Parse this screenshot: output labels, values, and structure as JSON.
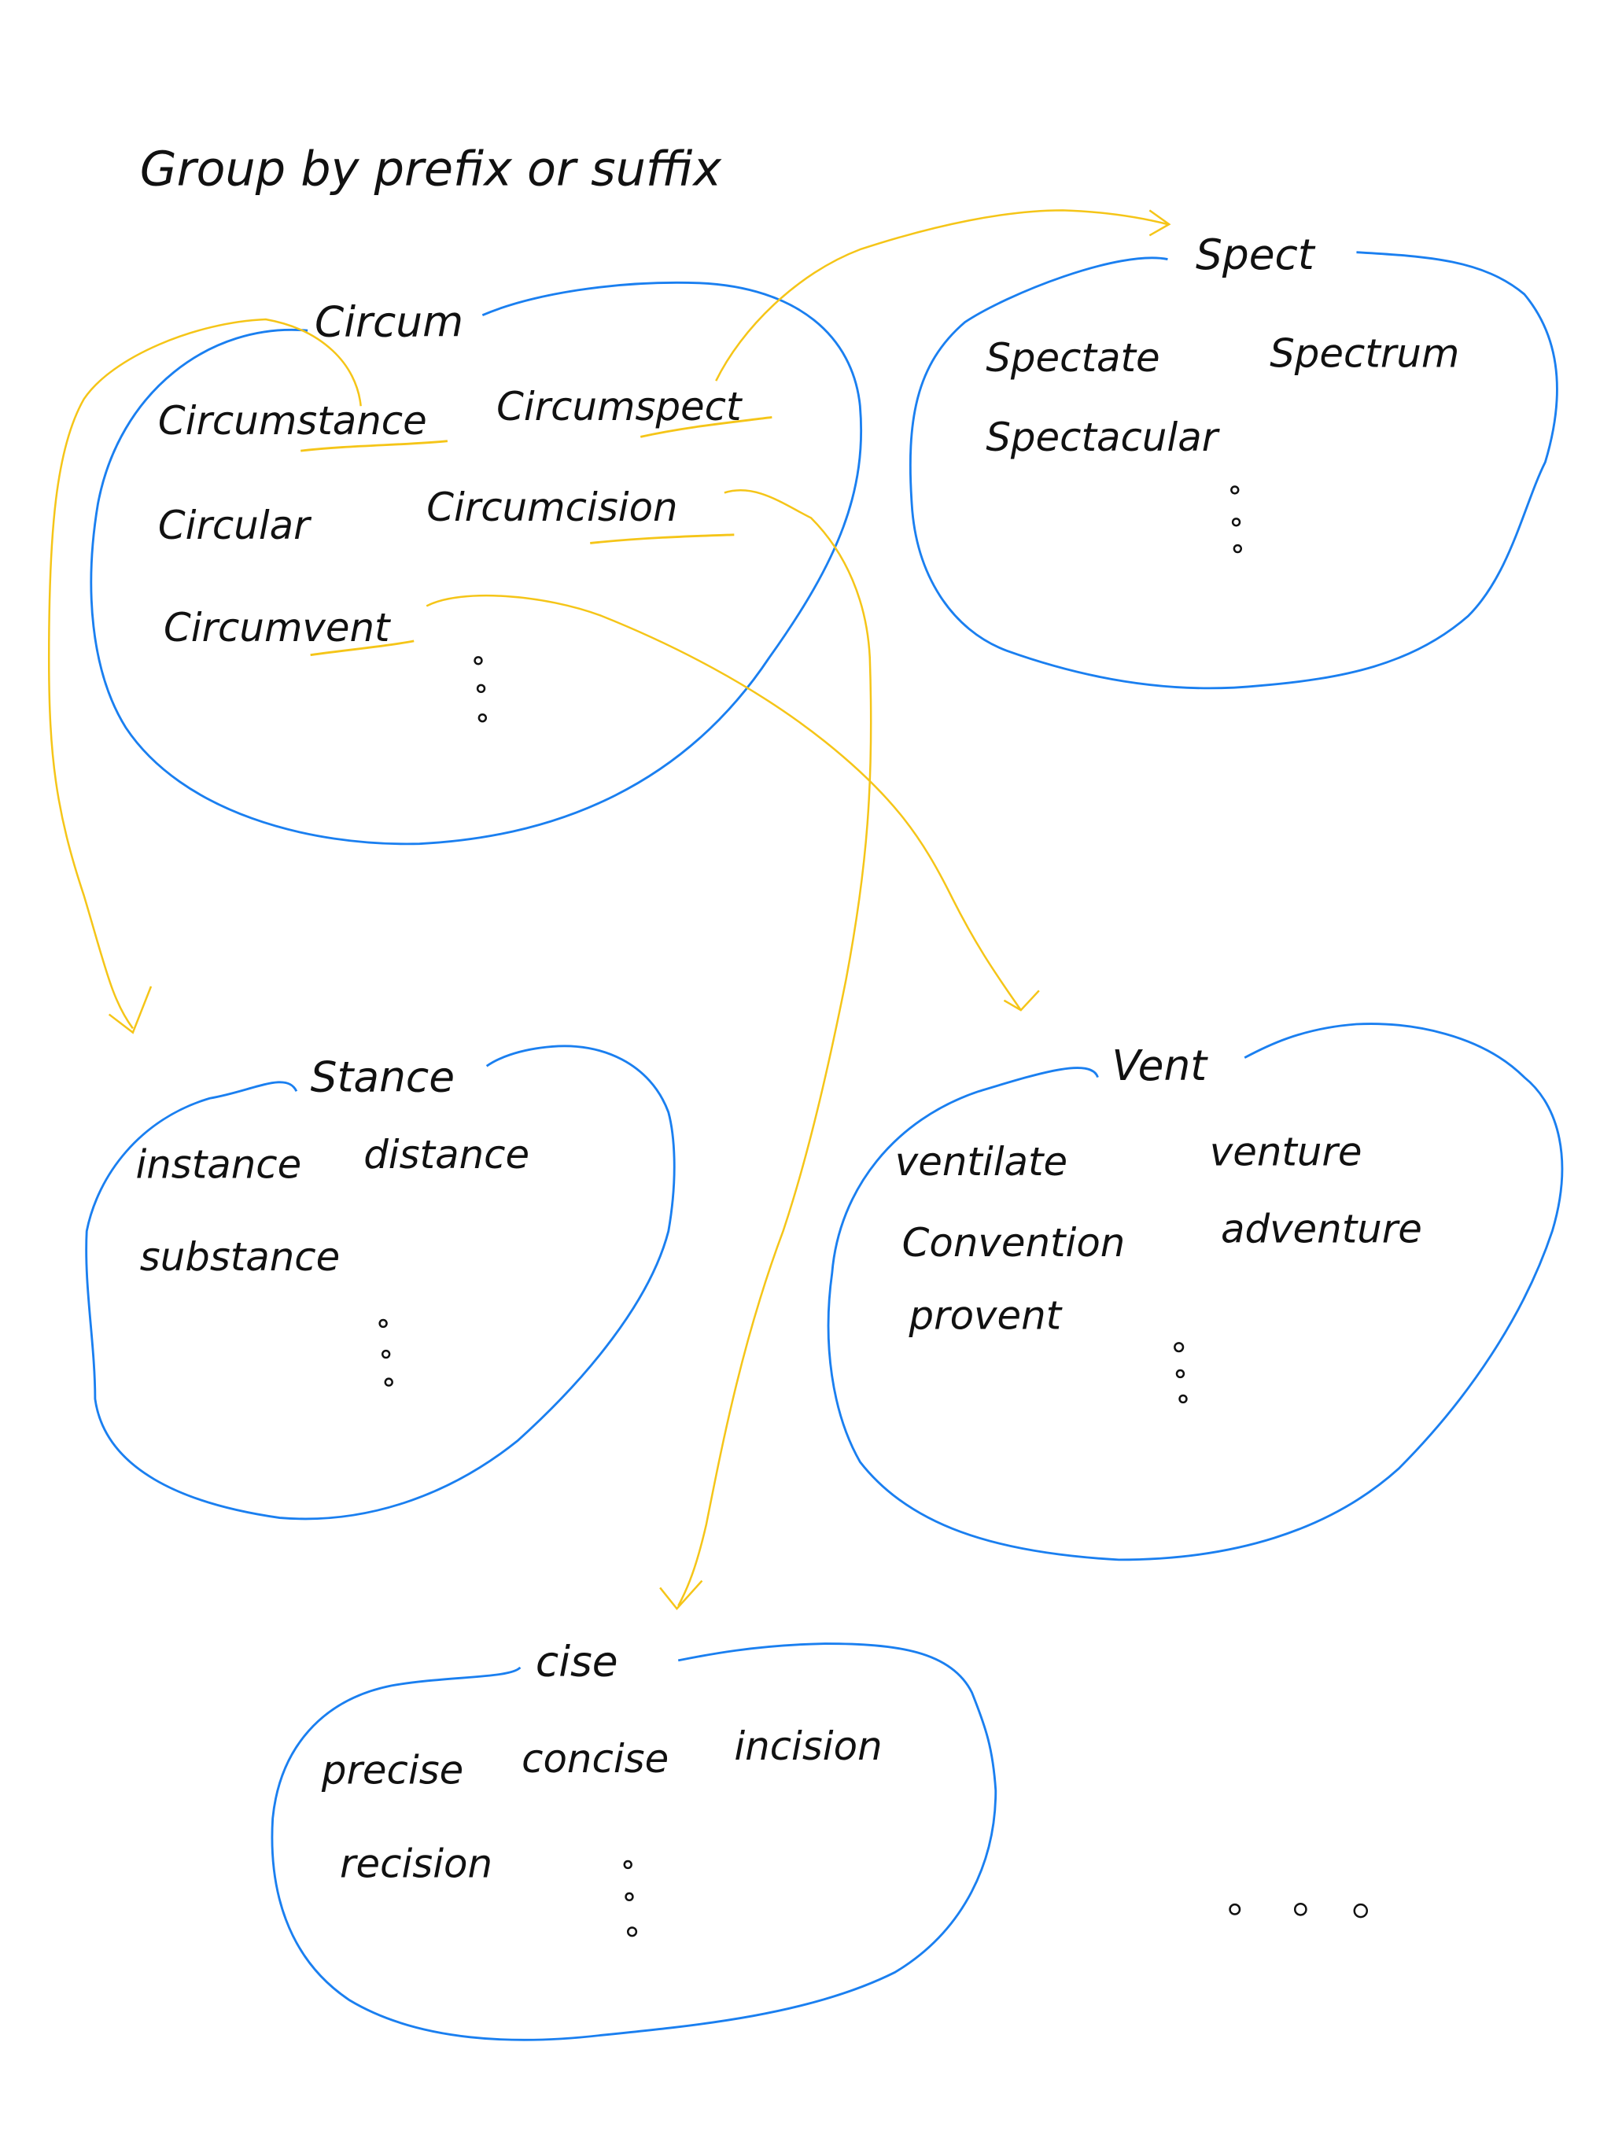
{
  "title": "Group by prefix or suffix",
  "colors": {
    "group_outline": "#1a7ff0",
    "arrow": "#f5c518",
    "ink": "#111111"
  },
  "groups": {
    "circum": {
      "label": "Circum",
      "words": [
        "Circumstance",
        "Circumspect",
        "Circular",
        "Circumcision",
        "Circumvent"
      ]
    },
    "spect": {
      "label": "Spect",
      "words": [
        "Spectate",
        "Spectrum",
        "Spectacular"
      ]
    },
    "stance": {
      "label": "Stance",
      "words": [
        "instance",
        "distance",
        "substance"
      ]
    },
    "vent": {
      "label": "Vent",
      "words": [
        "ventilate",
        "venture",
        "Convention",
        "adventure",
        "provent"
      ]
    },
    "cise": {
      "label": "cise",
      "words": [
        "precise",
        "concise",
        "incision",
        "recision"
      ]
    }
  }
}
